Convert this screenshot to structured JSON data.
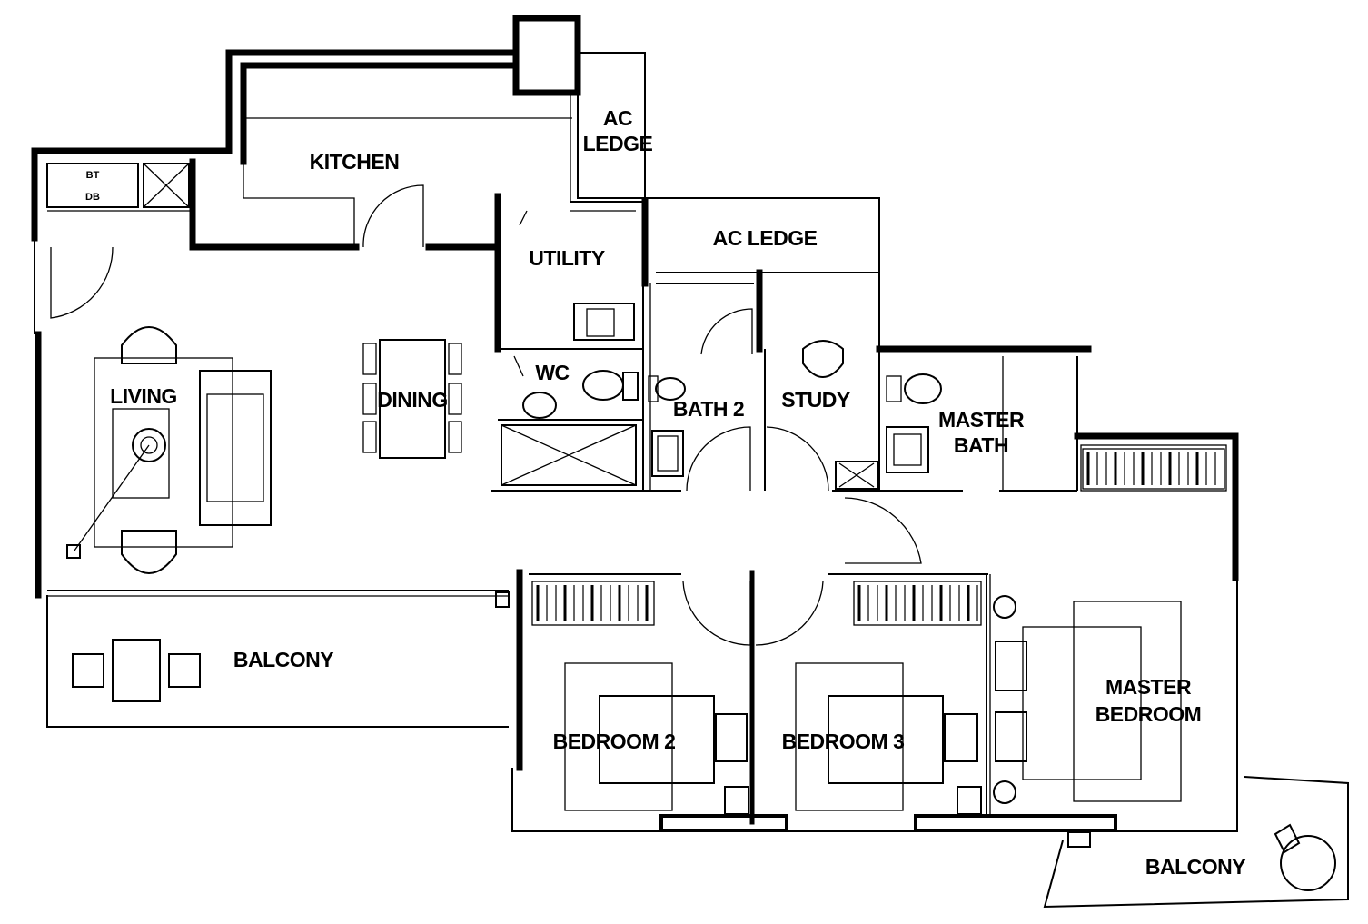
{
  "rooms": {
    "kitchen": "KITCHEN",
    "ac_ledge_top_1": "AC",
    "ac_ledge_top_2": "LEDGE",
    "ac_ledge": "AC LEDGE",
    "utility": "UTILITY",
    "wc": "WC",
    "bath2": "BATH 2",
    "study": "STUDY",
    "master_bath_1": "MASTER",
    "master_bath_2": "BATH",
    "living": "LIVING",
    "dining": "DINING",
    "balcony_left": "BALCONY",
    "bedroom2": "BEDROOM 2",
    "bedroom3": "BEDROOM 3",
    "master_bedroom_1": "MASTER",
    "master_bedroom_2": "BEDROOM",
    "balcony_right": "BALCONY",
    "bt": "BT",
    "db": "DB"
  }
}
